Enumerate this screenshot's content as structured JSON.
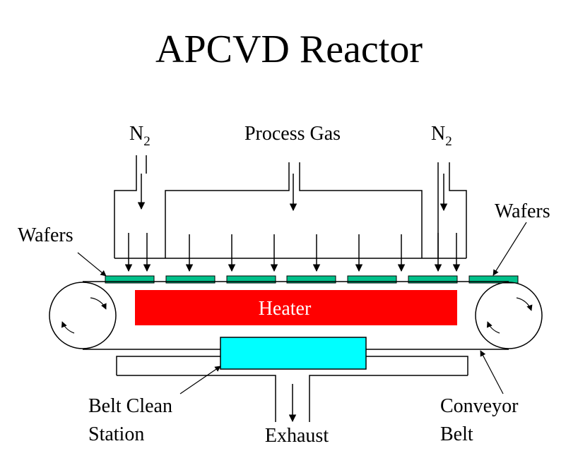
{
  "title": "APCVD Reactor",
  "labels": {
    "n2_left_main": "N",
    "n2_left_sub": "2",
    "process_gas": "Process Gas",
    "n2_right_main": "N",
    "n2_right_sub": "2",
    "wafers_left": "Wafers",
    "wafers_right": "Wafers",
    "heater": "Heater",
    "belt_clean_line1": "Belt Clean",
    "belt_clean_line2": "Station",
    "exhaust": "Exhaust",
    "conveyor_line1": "Conveyor",
    "conveyor_line2": "Belt"
  },
  "colors": {
    "wafer": "#00c08a",
    "heater": "#ff0000",
    "belt_clean_station": "#00ffff",
    "line": "#000000"
  },
  "wafer_count": 7,
  "gas_arrow_count": 12
}
